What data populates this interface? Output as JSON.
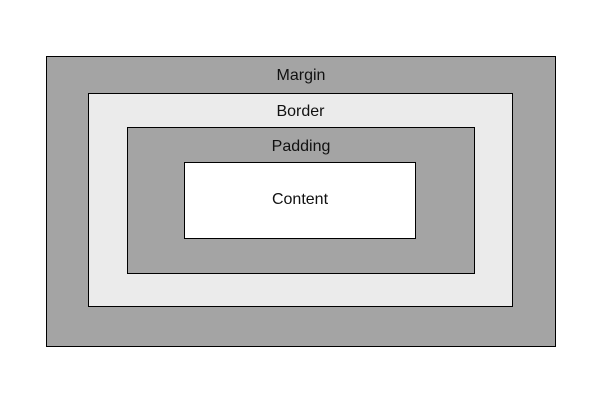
{
  "diagram": {
    "layers": {
      "margin": {
        "label": "Margin",
        "fill": "#a4a4a4"
      },
      "border": {
        "label": "Border",
        "fill": "#ebebeb"
      },
      "padding": {
        "label": "Padding",
        "fill": "#a4a4a4"
      },
      "content": {
        "label": "Content",
        "fill": "#ffffff"
      }
    }
  }
}
